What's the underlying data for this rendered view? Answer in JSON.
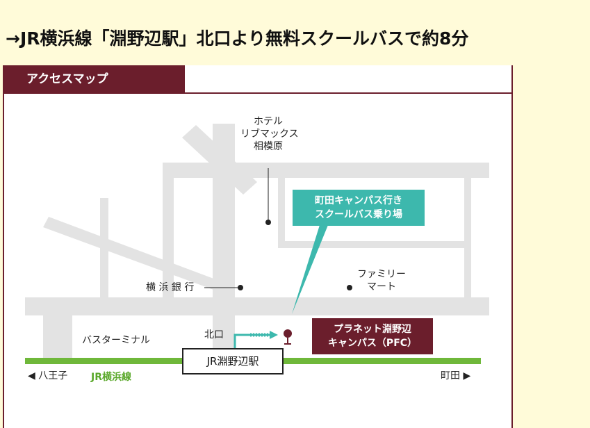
{
  "headline": "→JR横浜線「淵野辺駅」北口より無料スクールバスで約8分",
  "map": {
    "tab_label": "アクセスマップ",
    "hotel": [
      "ホテル",
      "リブマックス",
      "相模原"
    ],
    "bus_stop": [
      "町田キャンパス行き",
      "スクールバス乗り場"
    ],
    "family_mart": [
      "ファミリー",
      "マート"
    ],
    "bank": "横 浜 銀 行",
    "bus_terminal": "バスターミナル",
    "north_exit": "北口",
    "campus": [
      "プラネット淵野辺",
      "キャンパス（PFC）"
    ],
    "station": "JR淵野辺駅",
    "west_direction": "◀ 八王子",
    "line_name": "JR横浜線",
    "east_direction": "町田 ▶",
    "colors": {
      "accent": "#6b1e2c",
      "teal": "#3db8ad",
      "rail": "#6fb83a",
      "road": "#e3e3e3"
    }
  }
}
